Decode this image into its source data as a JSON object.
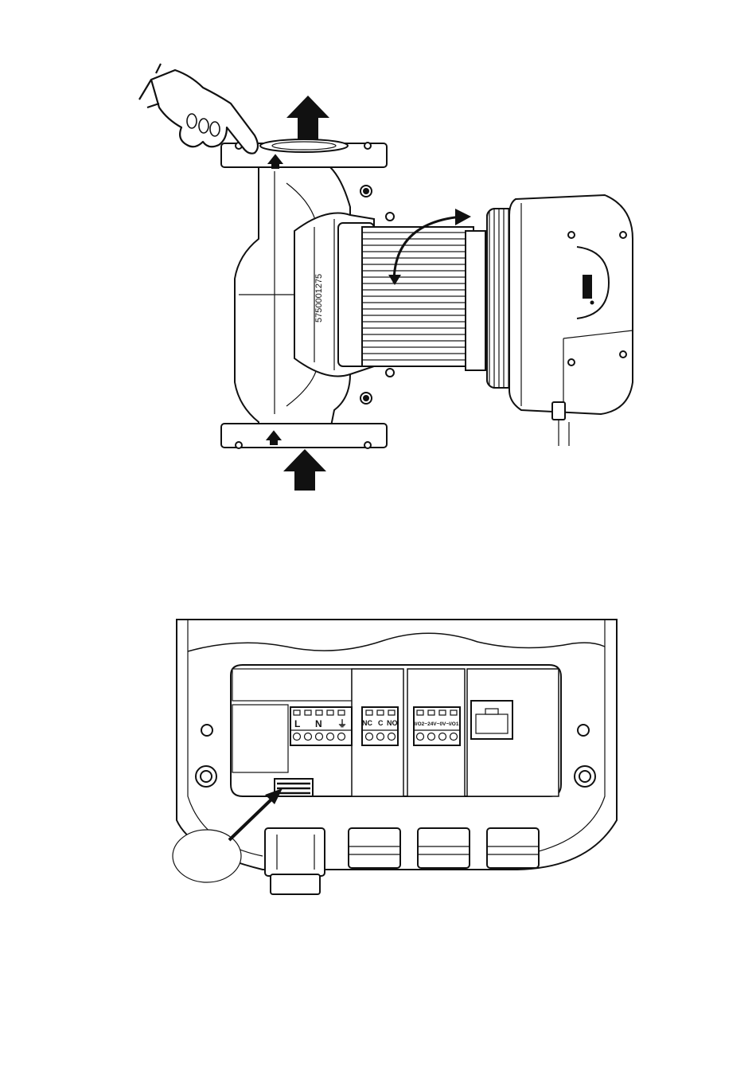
{
  "pump": {
    "serial": "5750001275"
  },
  "terminal": {
    "mains": [
      "L",
      "N",
      "⏚"
    ],
    "relay": [
      "NC",
      "C",
      "NO"
    ],
    "analog": "I/O2~24V~0V~I/O1"
  },
  "colors": {
    "line": "#111111",
    "fill": "#ffffff",
    "shade": "#e6e6e6",
    "arrow": "#111111"
  },
  "icons": [
    "hand-pointing-icon",
    "flow-arrow-icon",
    "rotation-arrow-icon",
    "pointer-arrow-icon",
    "rj45-port-icon"
  ]
}
